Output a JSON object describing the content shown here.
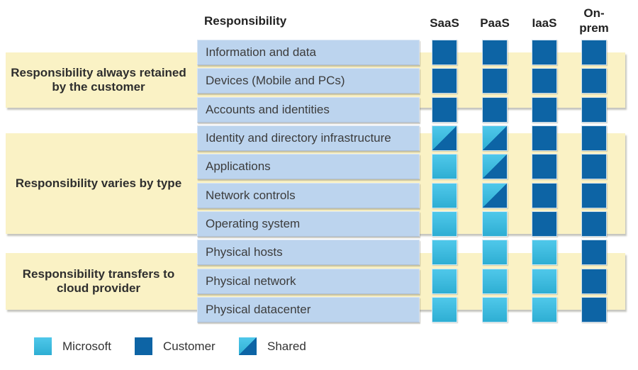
{
  "header": {
    "responsibility_label": "Responsibility",
    "columns": [
      {
        "id": "saas",
        "label": "SaaS"
      },
      {
        "id": "paas",
        "label": "PaaS"
      },
      {
        "id": "iaas",
        "label": "IaaS"
      },
      {
        "id": "onprem",
        "label": "On-\nprem"
      }
    ]
  },
  "groups": [
    {
      "label": "Responsibility always retained by the customer"
    },
    {
      "label": "Responsibility varies by type"
    },
    {
      "label": "Responsibility transfers to cloud provider"
    }
  ],
  "matrix": {
    "rows": [
      {
        "label": "Information and data",
        "cells": [
          "customer",
          "customer",
          "customer",
          "customer"
        ]
      },
      {
        "label": "Devices (Mobile and PCs)",
        "cells": [
          "customer",
          "customer",
          "customer",
          "customer"
        ]
      },
      {
        "label": "Accounts and identities",
        "cells": [
          "customer",
          "customer",
          "customer",
          "customer"
        ]
      },
      {
        "label": "Identity and directory infrastructure",
        "cells": [
          "shared",
          "shared",
          "customer",
          "customer"
        ]
      },
      {
        "label": "Applications",
        "cells": [
          "microsoft",
          "shared",
          "customer",
          "customer"
        ]
      },
      {
        "label": "Network controls",
        "cells": [
          "microsoft",
          "shared",
          "customer",
          "customer"
        ]
      },
      {
        "label": "Operating system",
        "cells": [
          "microsoft",
          "microsoft",
          "customer",
          "customer"
        ]
      },
      {
        "label": "Physical hosts",
        "cells": [
          "microsoft",
          "microsoft",
          "microsoft",
          "customer"
        ]
      },
      {
        "label": "Physical network",
        "cells": [
          "microsoft",
          "microsoft",
          "microsoft",
          "customer"
        ]
      },
      {
        "label": "Physical datacenter",
        "cells": [
          "microsoft",
          "microsoft",
          "microsoft",
          "customer"
        ]
      }
    ]
  },
  "legend": [
    {
      "type": "microsoft",
      "label": "Microsoft"
    },
    {
      "type": "customer",
      "label": "Customer"
    },
    {
      "type": "shared",
      "label": "Shared"
    }
  ],
  "colors": {
    "customer_dark_blue": "#0D64A5",
    "microsoft_light_blue_top": "#4FC8EA",
    "microsoft_light_blue_bottom": "#2EAED3",
    "band_yellow": "#FAF2C5",
    "row_bar_blue": "#BCD4EE"
  }
}
